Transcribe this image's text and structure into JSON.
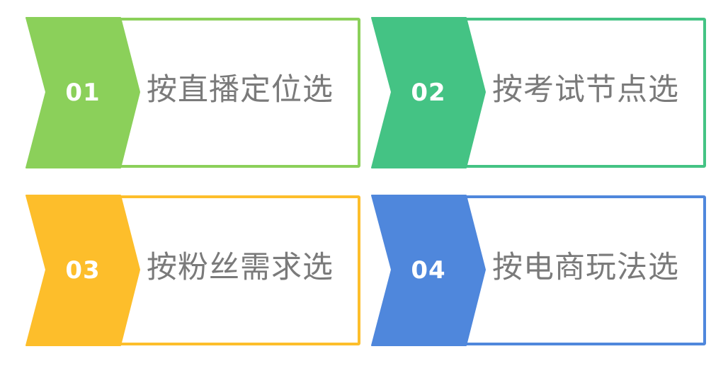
{
  "items": [
    {
      "number": "01",
      "label": "按直播定位选",
      "color": "#8bd05a"
    },
    {
      "number": "02",
      "label": "按考试节点选",
      "color": "#44c384"
    },
    {
      "number": "03",
      "label": "按粉丝需求选",
      "color": "#fdbe2b"
    },
    {
      "number": "04",
      "label": "按电商玩法选",
      "color": "#4f87dc"
    }
  ]
}
